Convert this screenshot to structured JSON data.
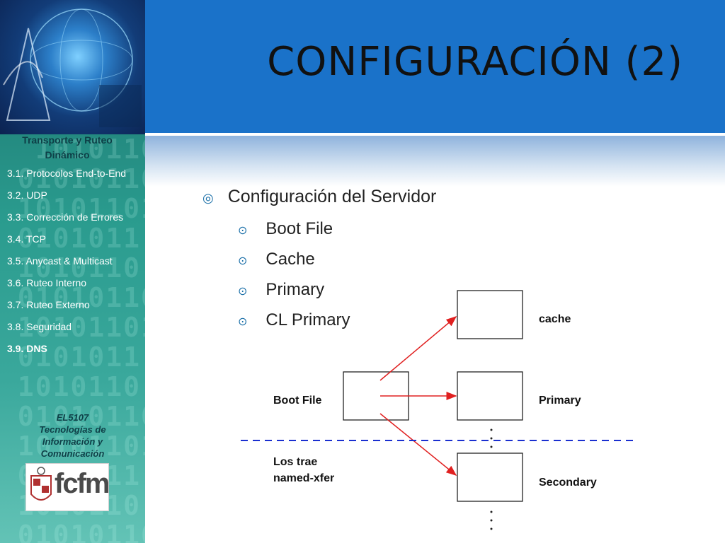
{
  "sidebar": {
    "header_line1": "Transporte y Ruteo",
    "header_line2": "Dinámico",
    "items": [
      {
        "label": "3.1.  Protocolos End-to-End"
      },
      {
        "label": "3.2. UDP"
      },
      {
        "label": "3.3. Corrección de Errores"
      },
      {
        "label": "3.4.  TCP"
      },
      {
        "label": "3.5.  Anycast & Multicast"
      },
      {
        "label": "3.6. Ruteo Interno"
      },
      {
        "label": "3.7. Ruteo Externo"
      },
      {
        "label": "3.8. Seguridad"
      },
      {
        "label": "3.9. DNS",
        "active": true
      }
    ],
    "course_line1": "EL5107",
    "course_line2": "Tecnologías de",
    "course_line3": "Información  y",
    "course_line4": "Comunicación",
    "logo_text": "fcfm"
  },
  "slide": {
    "title": "CONFIGURACIÓN (2)",
    "bullet": "Configuración del Servidor",
    "sub_bullets": [
      "Boot File",
      "Cache",
      "Primary",
      "CL Primary"
    ]
  },
  "diagram": {
    "source_label": "Boot File",
    "targets": [
      "cache",
      "Primary",
      "Secondary"
    ],
    "transfer_label_line1": "Los trae",
    "transfer_label_line2": "named-xfer",
    "arrow_color": "#e02020",
    "divider_color": "#1a2fd0"
  },
  "colors": {
    "title_bar": "#1a72c9",
    "bullet_marker": "#1a6fa8"
  }
}
